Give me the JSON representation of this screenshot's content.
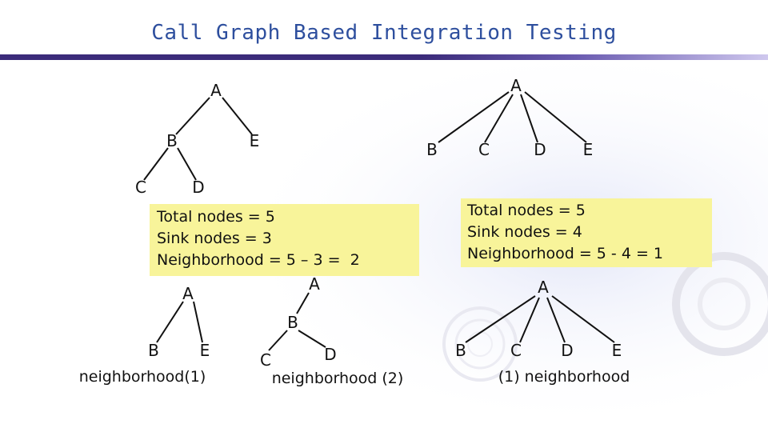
{
  "title": "Call Graph Based Integration Testing",
  "trees": {
    "left_top": {
      "a": "A",
      "b": "B",
      "e": "E",
      "c": "C",
      "d": "D"
    },
    "right_top": {
      "a": "A",
      "b": "B",
      "c": "C",
      "d": "D",
      "e": "E"
    },
    "left_bottom_1": {
      "a": "A",
      "b": "B",
      "e": "E"
    },
    "left_bottom_2": {
      "a": "A",
      "b": "B",
      "c": "C",
      "d": "D"
    },
    "right_bottom": {
      "a": "A",
      "b": "B",
      "c": "C",
      "d": "D",
      "e": "E"
    }
  },
  "notes": {
    "left": [
      "Total nodes = 5",
      "Sink nodes = 3",
      "Neighborhood = 5 – 3 =  2"
    ],
    "right": [
      "Total nodes = 5",
      "Sink nodes = 4",
      "Neighborhood = 5 - 4 = 1"
    ]
  },
  "captions": {
    "n1": "neighborhood(1)",
    "n2": "neighborhood (2)",
    "n3": "(1) neighborhood"
  }
}
